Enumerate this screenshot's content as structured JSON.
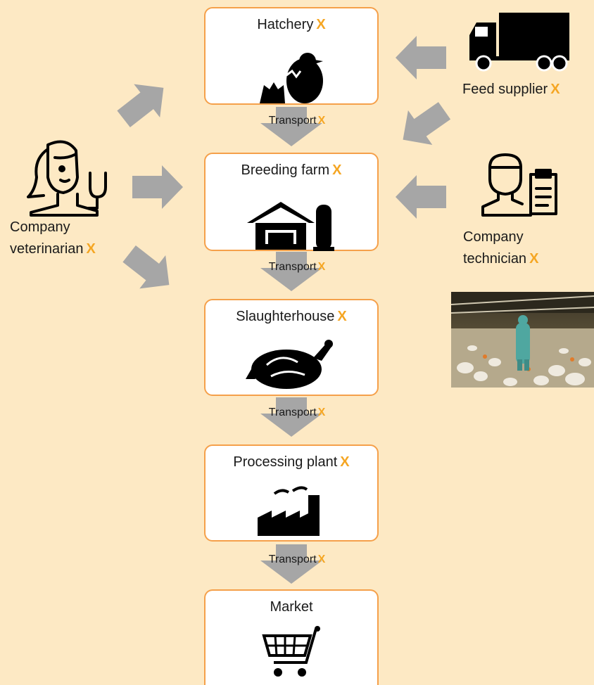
{
  "marker": "X",
  "colors": {
    "background": "#fde9c4",
    "box_border": "#f5a04a",
    "marker": "#f5a623",
    "arrow": "#a6a6a6",
    "icon": "#000000"
  },
  "stages": [
    {
      "label": "Hatchery",
      "icon": "hatching-chick-icon",
      "marked": true
    },
    {
      "label": "Breeding farm",
      "icon": "farm-barn-silo-icon",
      "marked": true
    },
    {
      "label": "Slaughterhouse",
      "icon": "roast-chicken-icon",
      "marked": true
    },
    {
      "label": "Processing plant",
      "icon": "factory-icon",
      "marked": true
    },
    {
      "label": "Market",
      "icon": "shopping-cart-icon",
      "marked": false
    }
  ],
  "transport_label": "Transport",
  "actors": {
    "veterinarian": {
      "line1": "Company",
      "line2": "veterinarian",
      "icon": "veterinarian-stethoscope-icon"
    },
    "feed_supplier": {
      "label": "Feed supplier",
      "icon": "truck-icon"
    },
    "technician": {
      "line1": "Company",
      "line2": "technician",
      "icon": "technician-clipboard-icon"
    }
  },
  "photo": {
    "subject": "worker in protective suit inside poultry house"
  }
}
